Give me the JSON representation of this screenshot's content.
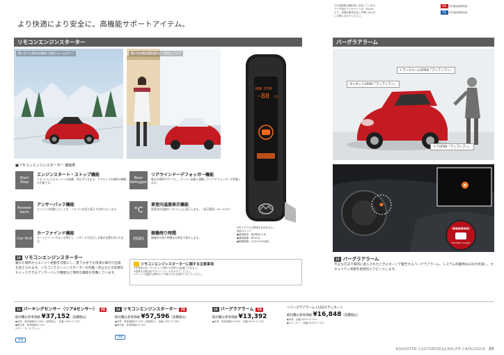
{
  "headline": "より快適により安全に。高機能サポートアイテム。",
  "notes_top_right": {
    "left_lines": [
      "※欠品画像は撮影用に合成しています。",
      "マツダ純正アクセサリーは、Mazda",
      "ので、詳細は販売会社にお問い合わせ",
      "にお問い合わせください。"
    ],
    "badge_3": "3年",
    "badge_3_text": "3年保証適用商品",
    "badge_1": "1年",
    "badge_1_text": "1年保証適用商品"
  },
  "remote_starter": {
    "section_title": "リモコンエンジンスターター",
    "photo1_label": "寒い冬でも車内は事前に快適ウォームダウン",
    "photo2_label": "寒い冬の朝は霜を解かせて事前にクリア",
    "features_title": "■リモコンエンジンスターター 機能表",
    "features": [
      {
        "icon": "Start Stop",
        "title": "エンジンスタート・ストップ機能",
        "desc": "リモコンによるエンジンの始動、停止ができます。ドアロックの操作の機能も可能です。"
      },
      {
        "icon": "Rear defogger",
        "title": "リアウインドーデフォッガー機能",
        "desc": "後方の視界がクリアに。エンジン始動と連動してリアデフォッガーが作動します。"
      },
      {
        "icon": "Answer back",
        "title": "アンサーバック機能",
        "desc": "エンジンが始動したことを、リモコンの音と表示でお知らせします。"
      },
      {
        "icon": "°C",
        "title": "車室内温度表示機能",
        "desc": "車室内の温度をリモコン上に表示します。（表示範囲－20～50℃）"
      },
      {
        "icon": "Car find",
        "title": "カーファインド機能",
        "desc": "カーファインドボタンを押すと、ハザードが点灯しお車の位置を知らせます。"
      },
      {
        "icon": "min",
        "title": "稼働残り時間",
        "desc": "稼働中の残り時間を分単位で表示します。"
      }
    ],
    "fob_screen": {
      "temp": "-88",
      "unit": "°C",
      "status": "RUN STOP"
    },
    "fob_note": "※本リモコンは電池を含みません。",
    "fob_spec_lines": [
      "商品スペック",
      "●使用電池：単4電池×1本",
      "●通信距離：約300m",
      "●稼働時間：10/20/30分設定"
    ],
    "sub_title": "リモコンエンジンスターター",
    "sub_no": "13",
    "sub_text": "離れた場所からエンジン始動を可能にし、夏でも冬でも快適な車内で出発を迎えられます。リモコンでエンジンスターターの作動・停止などの状態をチェックできるアンサーバック機能など便利な機能を装備しています。",
    "caution_title": "リモコンエンジンスターターに関する注意事項",
    "caution_lines": [
      "※安全性の為、ボンネットが開いた状態では始動できません。",
      "※駐車する際は必ずサイドブレーキをかけてください。",
      "※エンジン始動中は車内に人を乗せたまま操作しないでください。"
    ]
  },
  "burglar_alarm": {
    "section_title": "バーグラアラーム",
    "callout_trunk": "トランクルームOPEN「ブッブッブッ」",
    "callout_bonnet": "ボンネットOPEN「ブッブッブッ」",
    "callout_door": "ドアOPEN「ブッブッブッ」",
    "sticker_top": "WARNING",
    "sticker_bottom": "SECURITY ALARM",
    "sub_title": "バーグラアラーム",
    "sub_no": "15",
    "sub_text": "不正な方法で車両に進入されたときにホーンで警告するバーグラアラーム。システム作動時はLEDが点滅し、セキュリティ状態を視覚的にアピールします。"
  },
  "products": [
    {
      "no": "13",
      "name": "パーキングセンサー（リア4センサー）",
      "badge": "3年",
      "price_label": "取付費込参考価格",
      "price": "¥37,152",
      "price_suffix": "（消費税込）",
      "lines": [
        "●本体　参考価格¥31,860（消費税込）　品番 C900 V7 350",
        "●取付費　参考価格¥5,292",
        "※ディーラーオプション"
      ],
      "tag": "詳細"
    },
    {
      "no": "14",
      "name": "リモコンエンジンスターター",
      "badge": "3年",
      "price_label": "取付費込参考価格",
      "price": "¥57,596",
      "price_suffix": "（消費税込）",
      "lines": [
        "●本体　参考価格¥47,304（消費税込）　品番 C900 V7 580",
        "●取付費　参考価格¥10,292"
      ],
      "tag": "詳細"
    },
    {
      "no": "15",
      "name": "バーグラアラーム",
      "badge": "3年",
      "price_label": "取付費込参考価格",
      "price": "¥13,392",
      "price_suffix": "",
      "lines": [
        "●本体　参考価格¥10,692　品番 N243 V7 010"
      ],
      "tag": ""
    },
    {
      "no": "",
      "name": "＜バーグラアラーム＋LEDステッカー＞",
      "badge": "",
      "price_label": "取付費込参考価格",
      "price": "¥16,848",
      "price_suffix": "（消費税込）",
      "lines": [
        "●本体　品番 N243 V7 010",
        "●ステッカー　品番 N243 V7 020"
      ],
      "tag": ""
    }
  ],
  "footer": {
    "catalogue": "ROADSTER CUSTOMIZE&CARLIFE CATALOGUE",
    "page": "30"
  },
  "colors": {
    "section_bar": "#5c5c5c",
    "accent_red": "#c8161d",
    "badge_blue": "#1a5ca8"
  }
}
